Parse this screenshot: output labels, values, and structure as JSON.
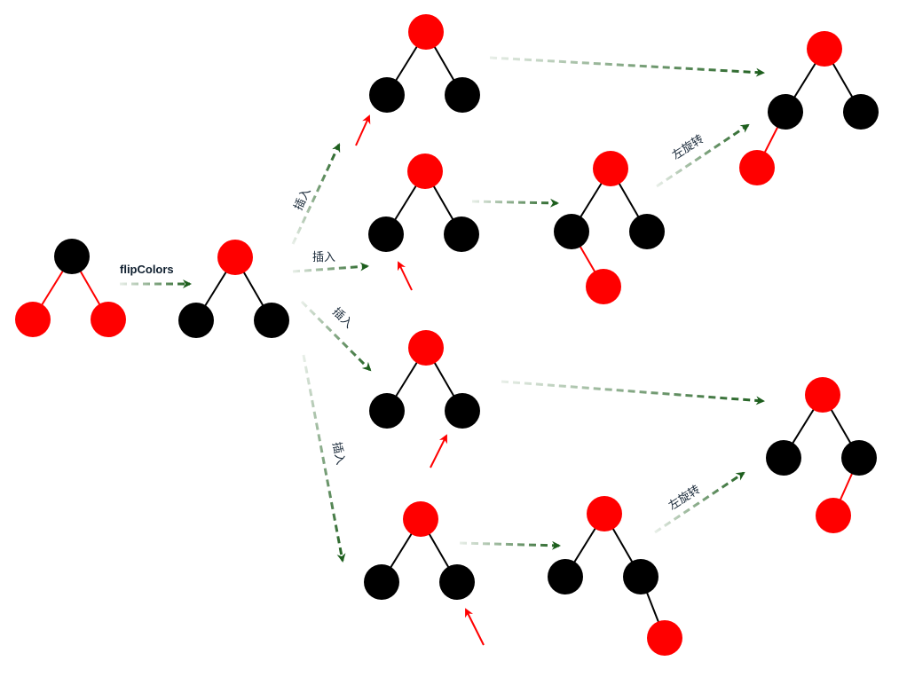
{
  "labels": {
    "flip_colors": "flipColors",
    "insert": "插入",
    "rotate_left": "左旋转"
  },
  "colors": {
    "red_node": "#ff0000",
    "black_node": "#000000",
    "black_edge": "#000000",
    "red_edge": "#ff0000",
    "arrow": "#1d5e1d",
    "pointer_arrow": "#ff0000"
  }
}
